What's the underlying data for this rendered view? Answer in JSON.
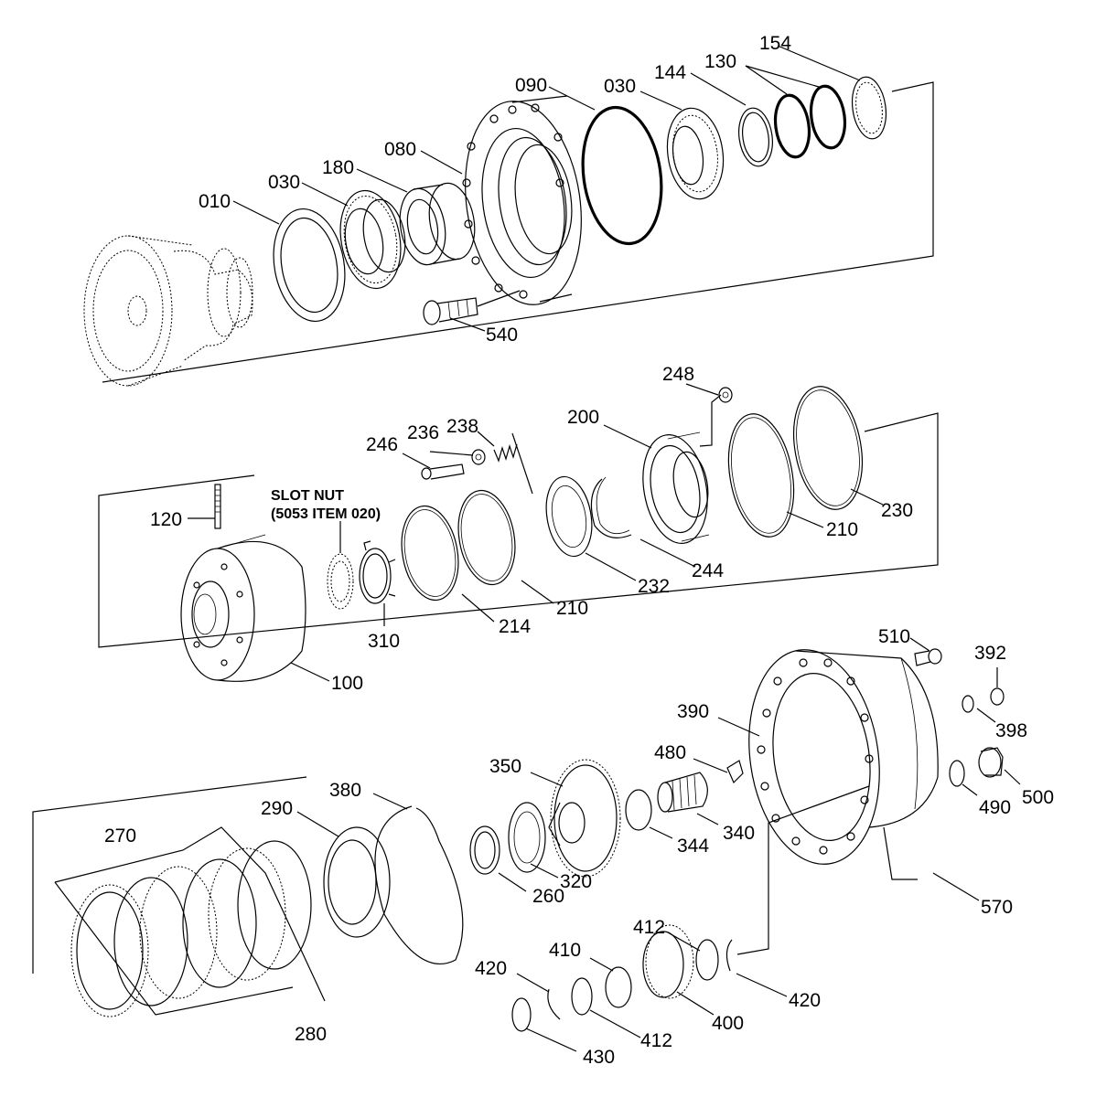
{
  "note": {
    "line1": "SLOT NUT",
    "line2": "(5053 ITEM 020)"
  },
  "labels": {
    "p154": "154",
    "p130": "130",
    "p144": "144",
    "p030a": "030",
    "p090": "090",
    "p080": "080",
    "p180": "180",
    "p030b": "030",
    "p010": "010",
    "p540": "540",
    "p248": "248",
    "p200": "200",
    "p238": "238",
    "p236": "236",
    "p246": "246",
    "p120": "120",
    "p100": "100",
    "p310": "310",
    "p214": "214",
    "p210a": "210",
    "p232": "232",
    "p244": "244",
    "p210b": "210",
    "p230": "230",
    "p510": "510",
    "p392": "392",
    "p390": "390",
    "p398": "398",
    "p480": "480",
    "p500": "500",
    "p490": "490",
    "p350": "350",
    "p340": "340",
    "p344": "344",
    "p380": "380",
    "p290": "290",
    "p270": "270",
    "p320": "320",
    "p260": "260",
    "p570": "570",
    "p412a": "412",
    "p410": "410",
    "p420a": "420",
    "p420b": "420",
    "p400": "400",
    "p412b": "412",
    "p430": "430",
    "p280": "280"
  }
}
